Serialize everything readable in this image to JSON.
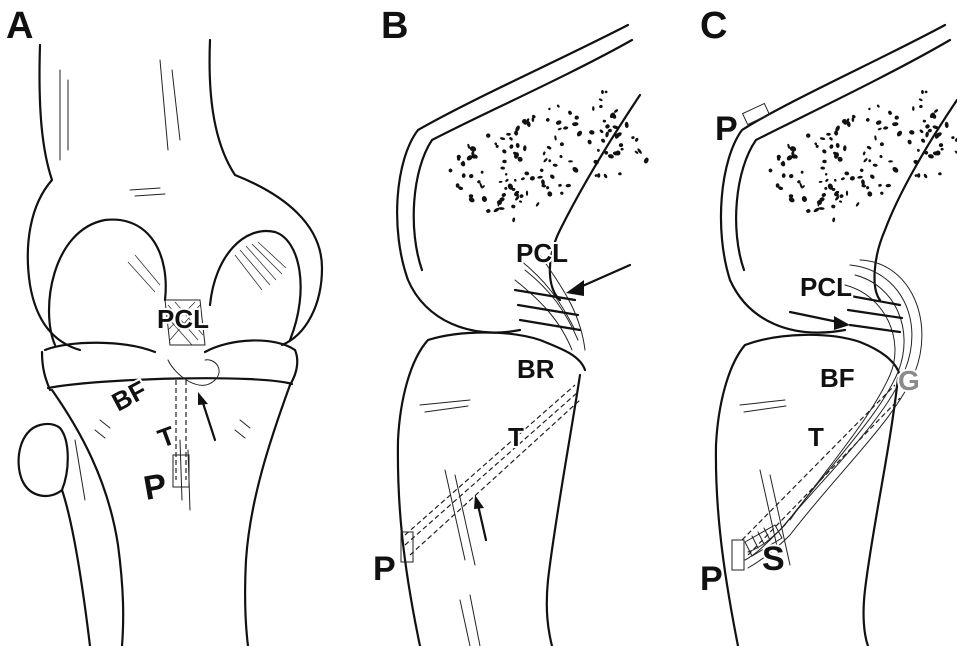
{
  "panels": [
    {
      "letter": "A",
      "labels": {
        "pcl": "PCL",
        "bf": "BF",
        "t": "T",
        "p": "P"
      }
    },
    {
      "letter": "B",
      "labels": {
        "pcl": "PCL",
        "br": "BR",
        "t": "T",
        "p": "P"
      }
    },
    {
      "letter": "C",
      "labels": {
        "p_top": "P",
        "pcl": "PCL",
        "bf": "BF",
        "g": "G",
        "t": "T",
        "p": "P",
        "s": "S"
      }
    }
  ],
  "colors": {
    "ink": "#111111",
    "graft_label": "#8a8a8a"
  }
}
